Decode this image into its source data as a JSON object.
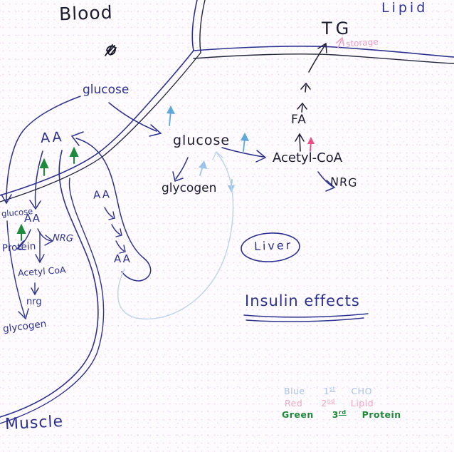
{
  "regions": {
    "blood": "Blood",
    "lipid": "Lipid",
    "muscle": "Muscle",
    "liver": "Liver"
  },
  "title": {
    "text": "Insulin effects"
  },
  "lipid_cell": {
    "tg": "TG",
    "storage_note": "storage",
    "fa": "FA"
  },
  "liver_cell": {
    "glucose": "glucose",
    "glycogen": "glycogen",
    "acetyl_coa": "Acetyl-CoA",
    "nrg": "NRG"
  },
  "blood_vessel": {
    "glucose": "glucose",
    "aa": "AA",
    "aa_flow_upper": "AA",
    "aa_flow_lower": "AA"
  },
  "muscle_cell": {
    "glucose": "glucose",
    "aa": "AA",
    "protein": "Protein",
    "nrg": "NRG",
    "acetyl_coa": "Acetyl CoA",
    "nrg_lower": "nrg",
    "glycogen": "glycogen"
  },
  "legend": {
    "rows": [
      {
        "color_name": "Blue",
        "ordinal": "1",
        "ordinal_suffix": "st",
        "category": "CHO",
        "color": "#a9c2ea"
      },
      {
        "color_name": "Red",
        "ordinal": "2",
        "ordinal_suffix": "nd",
        "category": "Lipid",
        "color": "#f4a6c2"
      },
      {
        "color_name": "Green",
        "ordinal": "3",
        "ordinal_suffix": "rd",
        "category": "Protein",
        "color": "#1d8a3a"
      }
    ]
  },
  "ink_colors": {
    "primary_blue": "#2c3190",
    "black_ink": "#1c1c30",
    "sky_blue": "#5fa8dc",
    "pale_blue": "#9cc4e8",
    "loop_blue": "#bcd4ee",
    "green": "#1e8a3c",
    "pink": "#ec4f86",
    "pale_pink": "#f2a0c2"
  }
}
